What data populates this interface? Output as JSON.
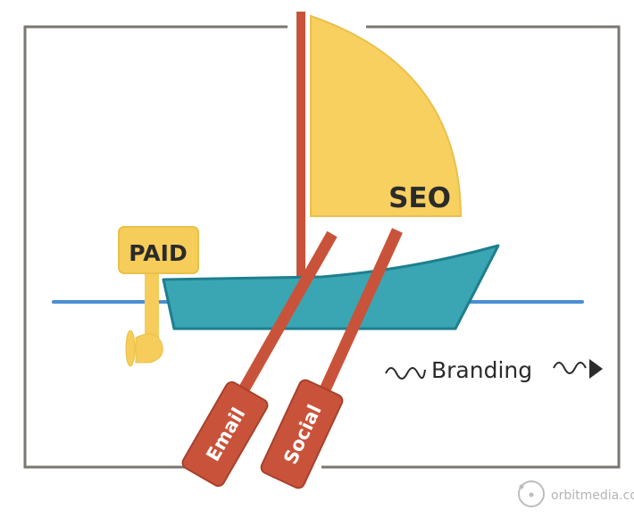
{
  "labels": {
    "seo": "SEO",
    "paid": "PAID",
    "email": "Email",
    "social": "Social",
    "branding": "Branding"
  },
  "watermark": "orbitmedia.com",
  "colors": {
    "frame": "#7a7670",
    "mast": "#c9533a",
    "sail": "#f8d060",
    "hull": "#3aa6b4",
    "water": "#4a8fd4",
    "oar": "#c9533a"
  }
}
